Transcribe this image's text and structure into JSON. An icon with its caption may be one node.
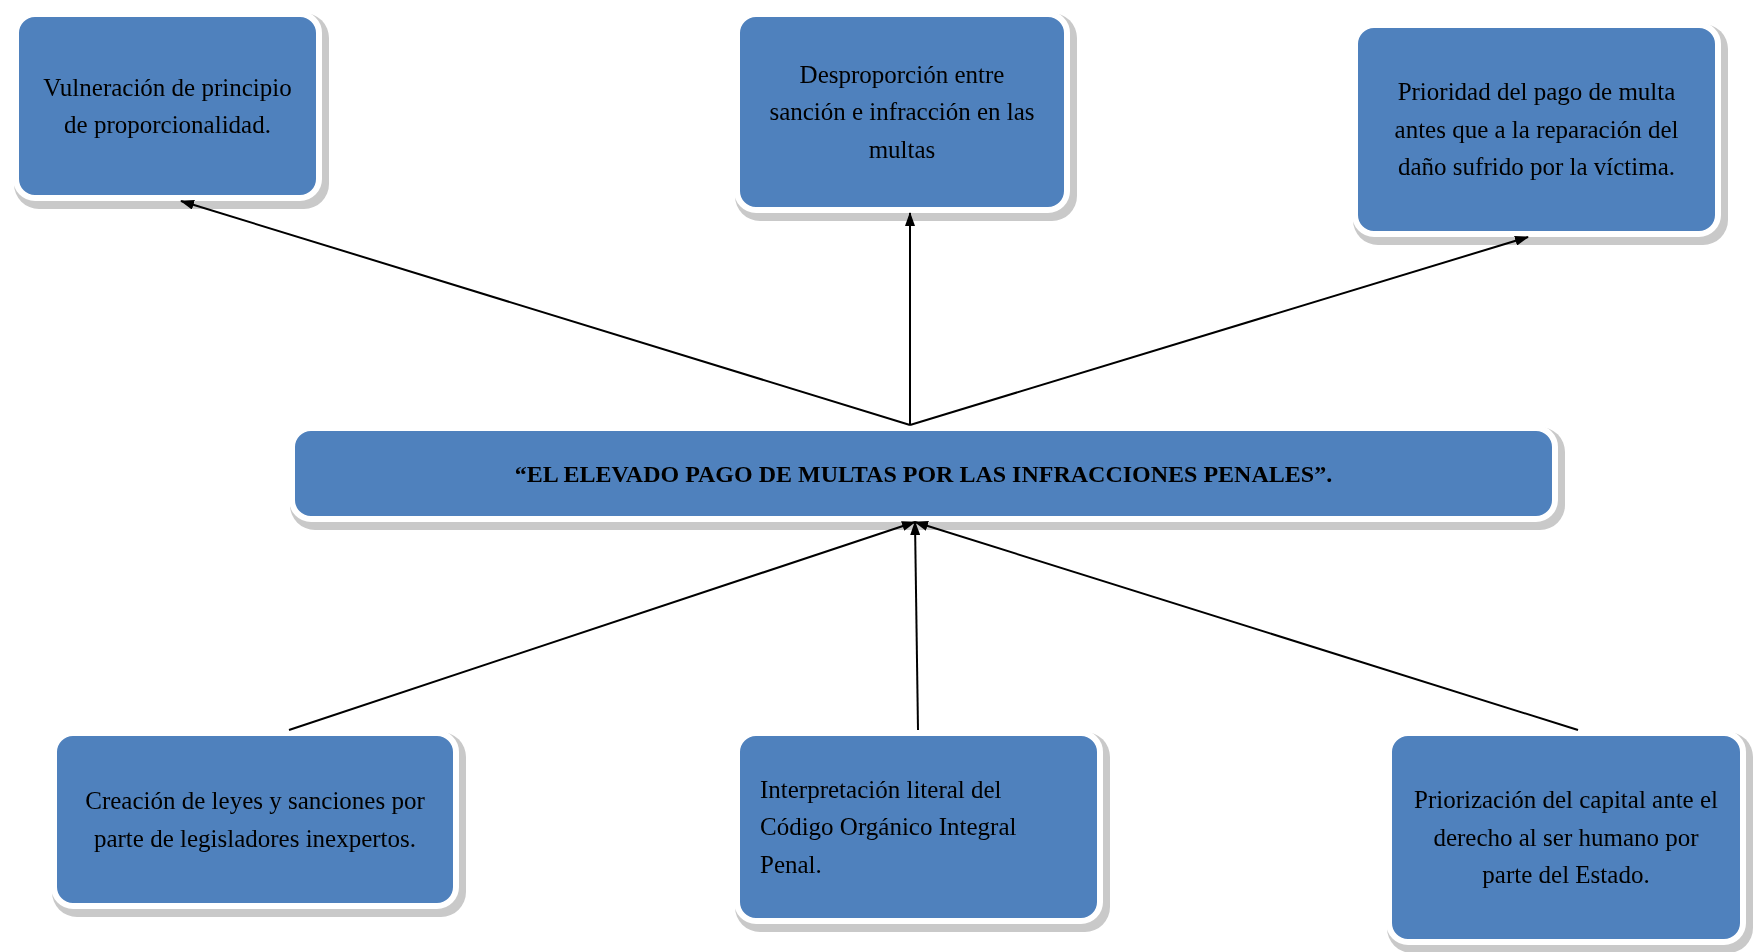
{
  "diagram": {
    "nodes": [
      {
        "text": [
          "Vulneración de principio de proporcionalidad."
        ]
      },
      {
        "text": [
          "Desproporción entre sanción e infracción en las multas"
        ]
      },
      {
        "text": [
          "Prioridad del pago de multa antes que a la reparación del daño sufrido por la víctima."
        ]
      },
      {
        "text": [
          "“EL ELEVADO PAGO DE MULTAS POR LAS INFRACCIONES PENALES”."
        ]
      },
      {
        "text": [
          "Creación de leyes y sanciones por parte de legisladores inexpertos."
        ]
      },
      {
        "text": [
          "Interpretación literal del Código Orgánico Integral Penal."
        ]
      },
      {
        "text": [
          "Priorización del capital ante el derecho al ser humano por parte del Estado."
        ]
      }
    ],
    "edges": [
      {
        "from": 3,
        "to": 0,
        "arrow": "to"
      },
      {
        "from": 3,
        "to": 1,
        "arrow": "to"
      },
      {
        "from": 3,
        "to": 2,
        "arrow": "to"
      },
      {
        "from": 4,
        "to": 3,
        "arrow": "to"
      },
      {
        "from": 5,
        "to": 3,
        "arrow": "to"
      },
      {
        "from": 6,
        "to": 3,
        "arrow": "to"
      }
    ]
  }
}
